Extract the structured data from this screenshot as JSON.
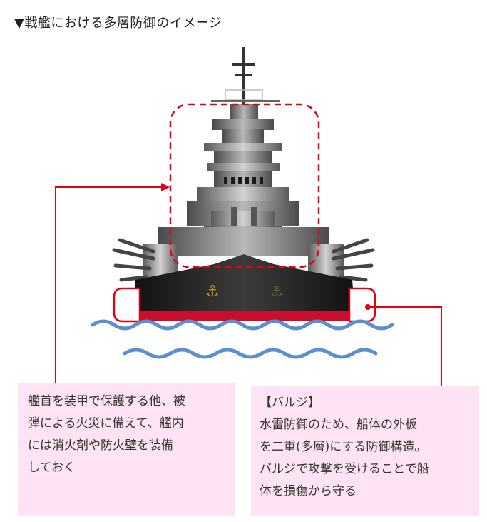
{
  "title": "▼戦艦における多層防御のイメージ",
  "bow_note": "艦首を装甲で保護する他、被\n弾による火災に備えて、艦内\nには消火剤や防火壁を装備\nしておく",
  "bulge_note": {
    "heading": "【バルジ】",
    "body": "水雷防御のため、船体の外板\nを二重(多層)にする防御構造。\nバルジで攻撃を受けることで船\n体を損傷から守る"
  },
  "colors": {
    "callout_line": "#e60012",
    "note_bg": "#fde3f4",
    "waterline": "#c8102e",
    "water": "#5b8fcf",
    "anchor": "#b8962e"
  }
}
